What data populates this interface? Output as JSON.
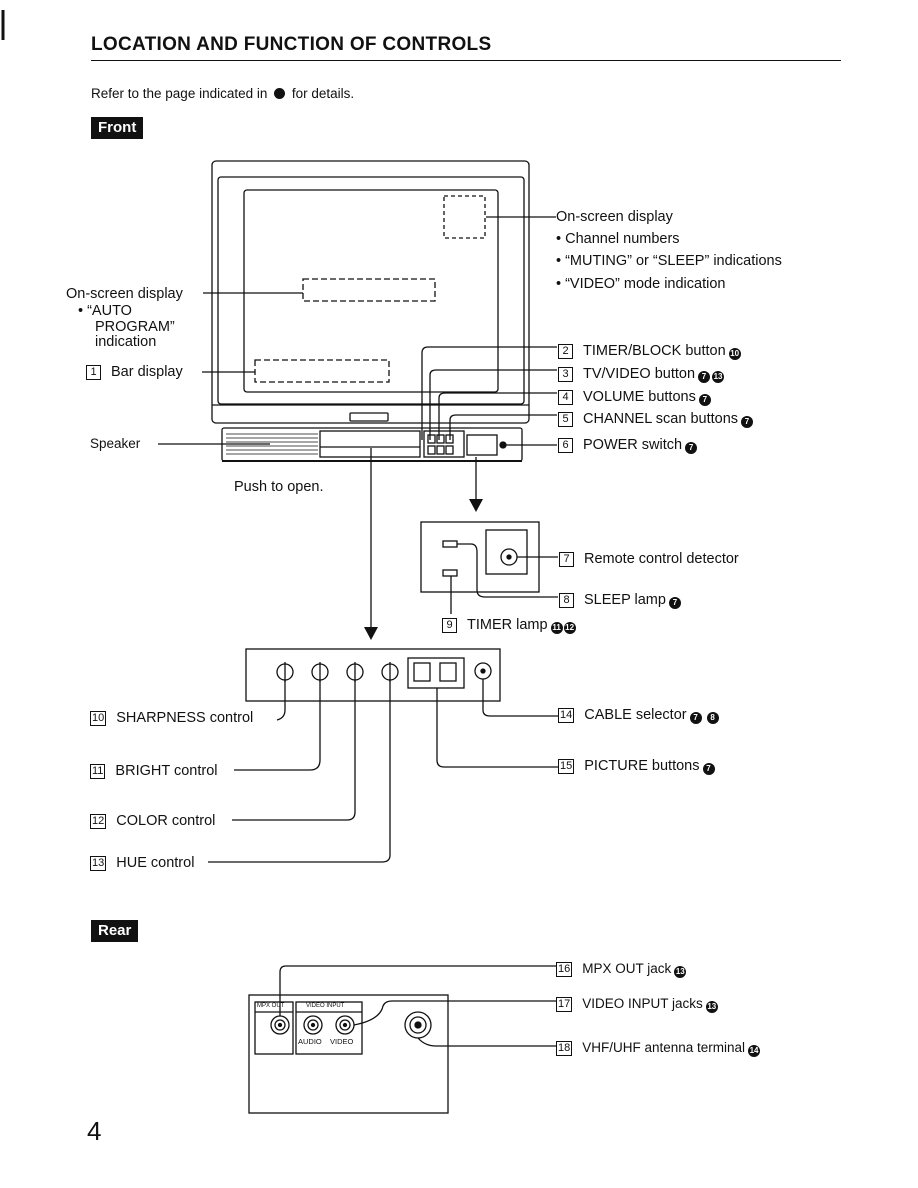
{
  "title": "LOCATION AND FUNCTION OF CONTROLS",
  "intro": {
    "before": "Refer to the page indicated in",
    "after": "for details."
  },
  "front_badge": "Front",
  "rear_badge": "Rear",
  "onscreen_right": {
    "heading": "On-screen display",
    "items": [
      "•  Channel numbers",
      "•  “MUTING” or “SLEEP” indications",
      "•  “VIDEO” mode indication"
    ]
  },
  "onscreen_left": {
    "heading": "On-screen display",
    "line1": "•  “AUTO",
    "line2": "PROGRAM”",
    "line3": "indication"
  },
  "bar_display": {
    "num": "1",
    "label": "Bar display"
  },
  "speaker": "Speaker",
  "push_to_open": "Push to open.",
  "controls": [
    {
      "num": "2",
      "label": "TIMER/BLOCK button",
      "refs": [
        "10"
      ]
    },
    {
      "num": "3",
      "label": "TV/VIDEO button",
      "refs": [
        "7",
        "13"
      ]
    },
    {
      "num": "4",
      "label": "VOLUME buttons",
      "refs": [
        "7"
      ]
    },
    {
      "num": "5",
      "label": "CHANNEL scan buttons",
      "refs": [
        "7"
      ]
    },
    {
      "num": "6",
      "label": "POWER switch",
      "refs": [
        "7"
      ]
    }
  ],
  "detector": {
    "num": "7",
    "label": "Remote control detector"
  },
  "sleep_lamp": {
    "num": "8",
    "label": "SLEEP lamp",
    "refs": [
      "7"
    ]
  },
  "timer_lamp": {
    "num": "9",
    "label": "TIMER lamp",
    "refs": [
      "11",
      "12"
    ]
  },
  "panel_left": [
    {
      "num": "10",
      "label": "SHARPNESS control"
    },
    {
      "num": "11",
      "label": "BRIGHT control"
    },
    {
      "num": "12",
      "label": "COLOR control"
    },
    {
      "num": "13",
      "label": "HUE control"
    }
  ],
  "cable_selector": {
    "num": "14",
    "label": "CABLE selector",
    "refs": [
      "7",
      "8"
    ]
  },
  "picture_buttons": {
    "num": "15",
    "label": "PICTURE buttons",
    "refs": [
      "7"
    ]
  },
  "rear": [
    {
      "num": "16",
      "label": "MPX OUT jack",
      "refs": [
        "13"
      ]
    },
    {
      "num": "17",
      "label": "VIDEO INPUT jacks",
      "refs": [
        "13"
      ]
    },
    {
      "num": "18",
      "label": "VHF/UHF antenna terminal",
      "refs": [
        "14"
      ]
    }
  ],
  "rear_panel": {
    "mpx": "MPX OUT",
    "video_input": "VIDEO INPUT",
    "audio": "AUDIO",
    "video": "VIDEO"
  },
  "page_number": "4"
}
